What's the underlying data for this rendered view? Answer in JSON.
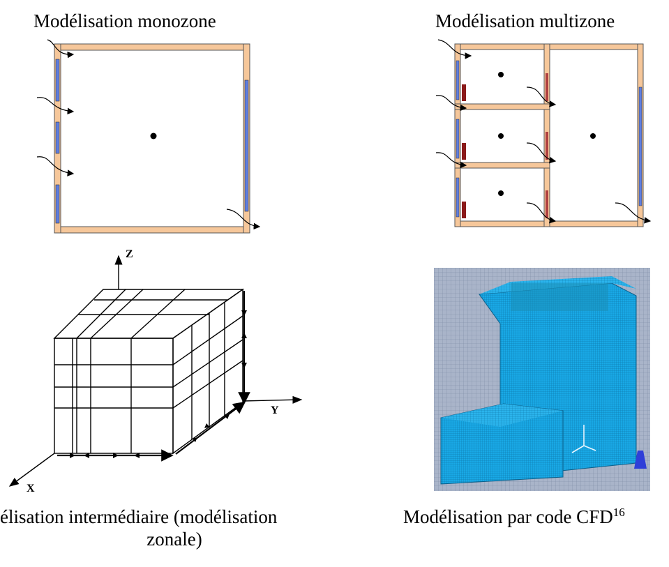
{
  "titles": {
    "monozone": "Modélisation monozone",
    "multizone": "Modélisation multizone"
  },
  "captions": {
    "zonal_line1": "élisation intermédiaire (modélisation",
    "zonal_line2": "zonale)",
    "cfd": "Modélisation par code CFD",
    "cfd_ref": "16"
  },
  "axes": {
    "z": "Z",
    "y": "Y",
    "x": "X"
  },
  "colors": {
    "wall_fill": "#f6c79a",
    "wall_stroke": "#555555",
    "window_blue": "#5f7ee0",
    "heater_red": "#8b1a1a",
    "cfd_bg": "#a9b4c9",
    "cfd_mesh": "#19a9e6"
  }
}
